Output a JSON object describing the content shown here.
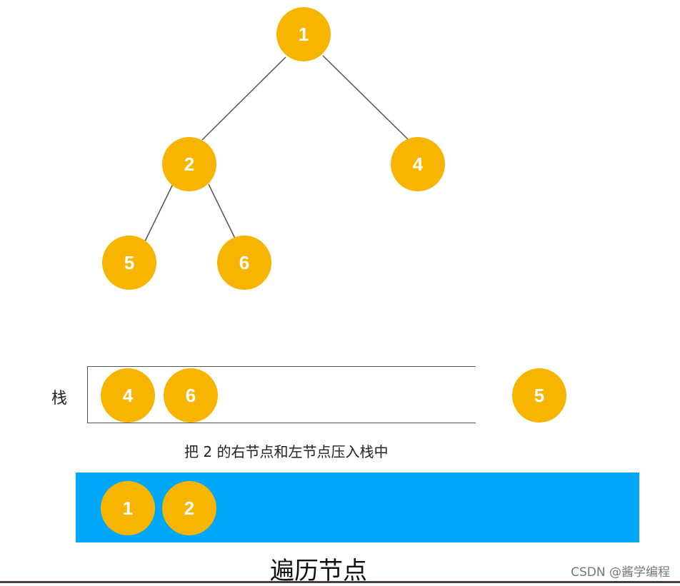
{
  "tree": {
    "nodes": [
      {
        "id": "1",
        "label": "1"
      },
      {
        "id": "2",
        "label": "2"
      },
      {
        "id": "4",
        "label": "4"
      },
      {
        "id": "5",
        "label": "5"
      },
      {
        "id": "6",
        "label": "6"
      }
    ],
    "edges": [
      [
        "1",
        "2"
      ],
      [
        "1",
        "4"
      ],
      [
        "2",
        "5"
      ],
      [
        "2",
        "6"
      ]
    ]
  },
  "stack": {
    "label": "栈",
    "items": [
      "4",
      "6"
    ],
    "popped": "5"
  },
  "caption": "把 2 的右节点和左节点压入栈中",
  "visited": {
    "items": [
      "1",
      "2"
    ],
    "title": "遍历节点"
  },
  "watermark": "CSDN @酱学编程",
  "colors": {
    "node": "#f7b500",
    "visited_bar": "#00a6f8",
    "edge": "#555555"
  }
}
